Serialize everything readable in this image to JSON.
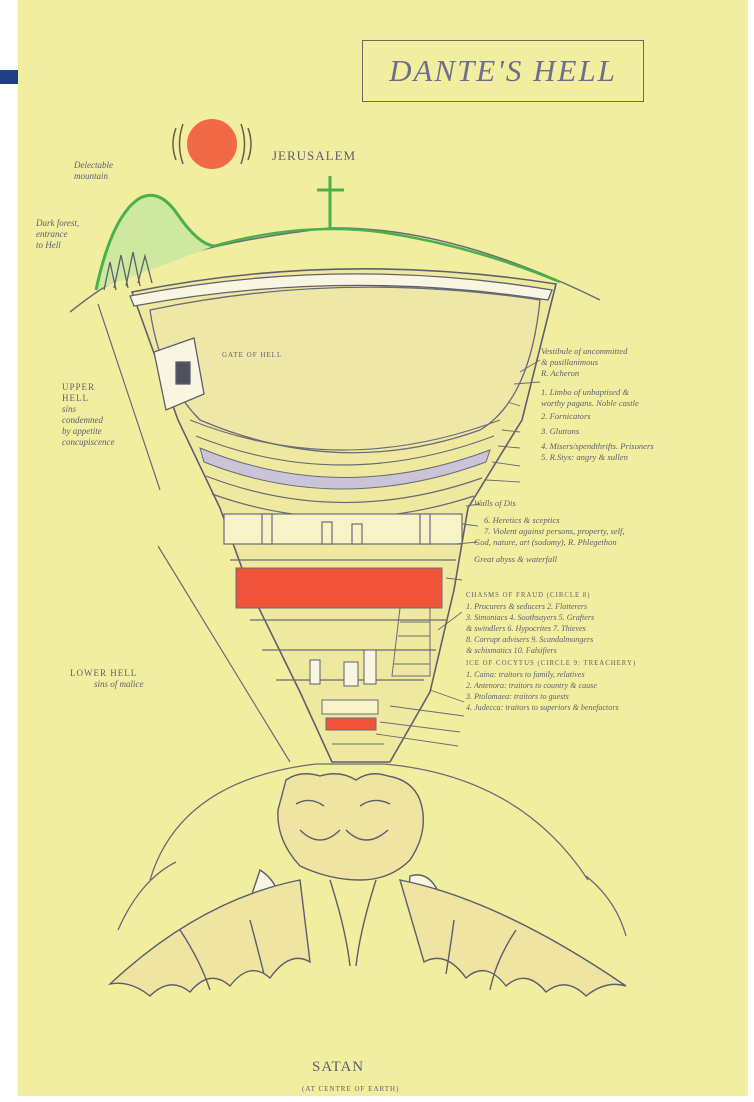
{
  "title": "DANTE'S HELL",
  "labels": {
    "jerusalem": "JERUSALEM",
    "delectable_mountain": [
      "Delectable",
      "mountain"
    ],
    "dark_forest": [
      "Dark forest,",
      "entrance",
      "to Hell"
    ],
    "gate": "GATE OF HELL",
    "upper_hell": [
      "UPPER",
      "HELL",
      "sins",
      "condemned",
      "by appetite",
      "concupiscence"
    ],
    "lower_hell": [
      "LOWER HELL",
      "sins of malice"
    ],
    "satan": "SATAN",
    "satan_sub": "(AT CENTRE OF EARTH)"
  },
  "circles_upper": [
    "Vestibule of uncommitted",
    "& pusillanimous",
    "R. Acheron",
    "1. Limbo of unbaptised &",
    "worthy pagans. Noble castle",
    "2. Fornicators",
    "3. Gluttons",
    "4. Misers/spendthrifts. Prisoners",
    "5. R.Styx: angry & sullen"
  ],
  "circles_middle": [
    "Walls of Dis",
    "6. Heretics & sceptics",
    "7. Violent against persons, property, self,",
    "God, nature, art (sodomy), R. Phlegethon",
    "Great abyss & waterfall"
  ],
  "circles_lower": [
    "CHASMS OF FRAUD (CIRCLE 8)",
    "1. Procurers & seducers 2. Flatterers",
    "3. Simoniacs 4. Soothsayers 5. Grafters",
    "& swindlers 6. Hypocrites 7. Thieves",
    "8. Corrupt advisers 9. Scandalmongers",
    "& schismatics 10. Falsifiers",
    "ICE OF COCYTUS (CIRCLE 9: TREACHERY)",
    "1. Caina: traitors to family, relatives",
    "2. Antenora: traitors to country & cause",
    "3. Ptolomaea: traitors to guests",
    "4. Judecca: traitors to superiors & benefactors"
  ],
  "colors": {
    "paper": "#f2eea0",
    "sun": "#f26a45",
    "band_red": "#f0553a",
    "band_cream": "#f8f3c6",
    "grass": "#4ab04a",
    "ink": "#5e5e70"
  }
}
